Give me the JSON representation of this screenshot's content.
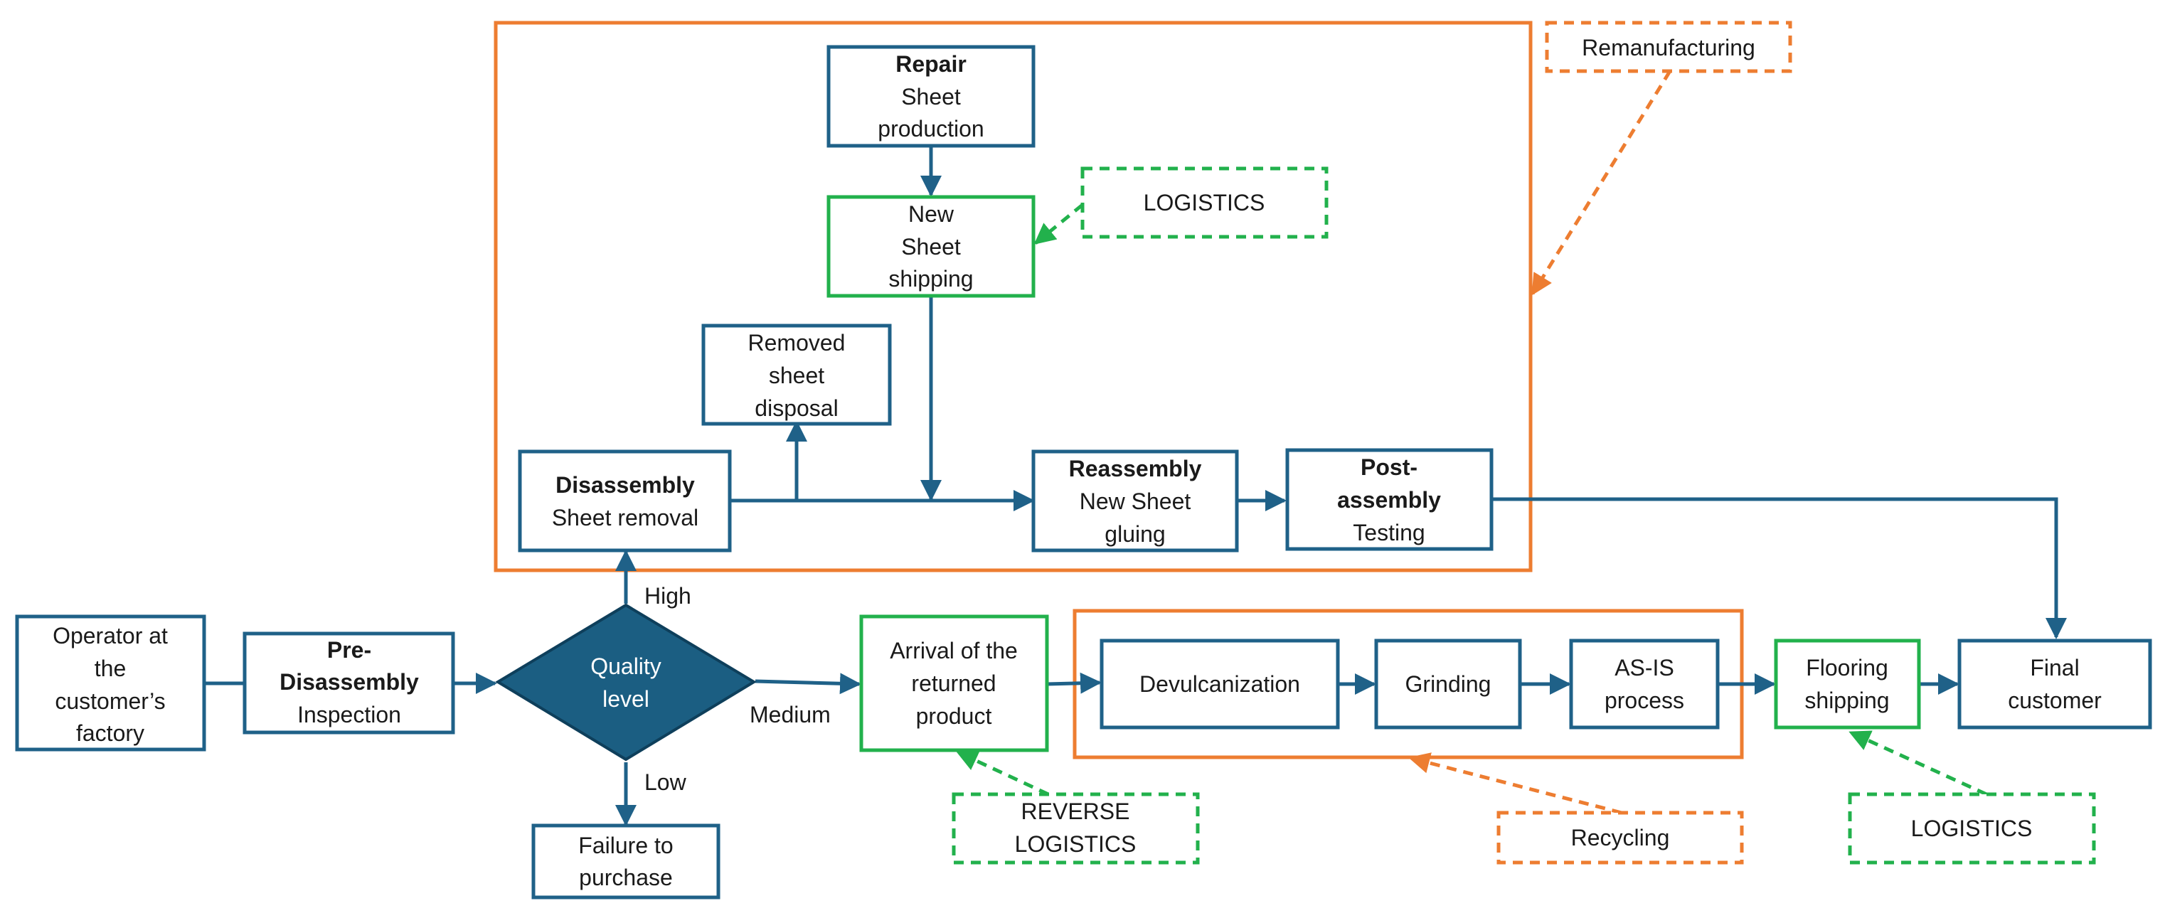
{
  "colors": {
    "process_border": "#1f6188",
    "logistics_border": "#22b14c",
    "group_border": "#ed7d31",
    "decision_fill": "#1b5e82",
    "arrow": "#1f6188",
    "text": "#1a1a1a"
  },
  "nodes": {
    "operator": {
      "lines": [
        "Operator at",
        "the",
        "customer’s",
        "factory"
      ]
    },
    "pre_disassembly": {
      "title": "Pre-",
      "title2": "Disassembly",
      "subtitle": "Inspection"
    },
    "quality_level": {
      "lines": [
        "Quality",
        "level"
      ]
    },
    "failure": {
      "lines": [
        "Failure to",
        "purchase"
      ]
    },
    "disassembly": {
      "title": "Disassembly",
      "subtitle": "Sheet removal"
    },
    "removed_sheet": {
      "lines": [
        "Removed",
        "sheet",
        "disposal"
      ]
    },
    "repair": {
      "title": "Repair",
      "lines": [
        "Sheet",
        "production"
      ]
    },
    "new_sheet_shipping": {
      "lines": [
        "New",
        "Sheet",
        "shipping"
      ]
    },
    "reassembly": {
      "title": "Reassembly",
      "lines": [
        "New Sheet",
        "gluing"
      ]
    },
    "post_assembly": {
      "title": "Post-",
      "title2": "assembly",
      "subtitle": "Testing"
    },
    "arrival": {
      "lines": [
        "Arrival of the",
        "returned",
        "product"
      ]
    },
    "devulcanization": {
      "lines": [
        "Devulcanization"
      ]
    },
    "grinding": {
      "lines": [
        "Grinding"
      ]
    },
    "as_is": {
      "lines": [
        "AS-IS",
        "process"
      ]
    },
    "flooring_shipping": {
      "lines": [
        "Flooring",
        "shipping"
      ]
    },
    "final_customer": {
      "lines": [
        "Final",
        "customer"
      ]
    }
  },
  "edge_labels": {
    "high": "High",
    "medium": "Medium",
    "low": "Low"
  },
  "callouts": {
    "remanufacturing": "Remanufacturing",
    "logistics_top": "LOGISTICS",
    "reverse_logistics": [
      "REVERSE",
      "LOGISTICS"
    ],
    "recycling": "Recycling",
    "logistics_bottom": "LOGISTICS"
  },
  "groups": [
    "remanufacturing-group",
    "recycling-group"
  ]
}
